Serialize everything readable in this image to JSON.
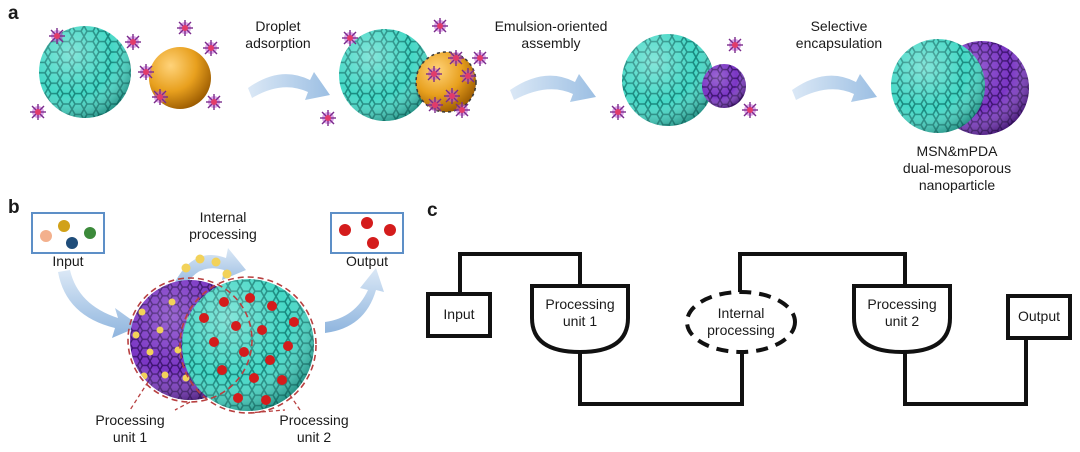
{
  "panel_a": {
    "letter": "a",
    "steps": [
      {
        "line1": "Droplet",
        "line2": "adsorption"
      },
      {
        "line1": "Emulsion-oriented",
        "line2": "assembly"
      },
      {
        "line1": "Selective",
        "line2": "encapsulation"
      }
    ],
    "product": {
      "line1": "MSN&mPDA",
      "line2": "dual-mesoporous",
      "line3": "nanoparticle"
    }
  },
  "panel_b": {
    "letter": "b",
    "input_label": "Input",
    "output_label": "Output",
    "internal": {
      "line1": "Internal",
      "line2": "processing"
    },
    "unit1": {
      "line1": "Processing",
      "line2": "unit 1"
    },
    "unit2": {
      "line1": "Processing",
      "line2": "unit 2"
    }
  },
  "panel_c": {
    "letter": "c",
    "input_label": "Input",
    "output_label": "Output",
    "unit1": {
      "line1": "Processing",
      "line2": "unit 1"
    },
    "internal": {
      "line1": "Internal",
      "line2": "processing"
    },
    "unit2": {
      "line1": "Processing",
      "line2": "unit 2"
    }
  },
  "colors": {
    "msn": "#3fd6c4",
    "msn_dark": "#1c9a8c",
    "oil": "#e39a1c",
    "mpda": "#6a2bb3",
    "arrow": "#b7d0ea",
    "red_dot": "#d41c1c",
    "yellow_dot": "#f2d25a",
    "dashed_red": "#b84040"
  }
}
